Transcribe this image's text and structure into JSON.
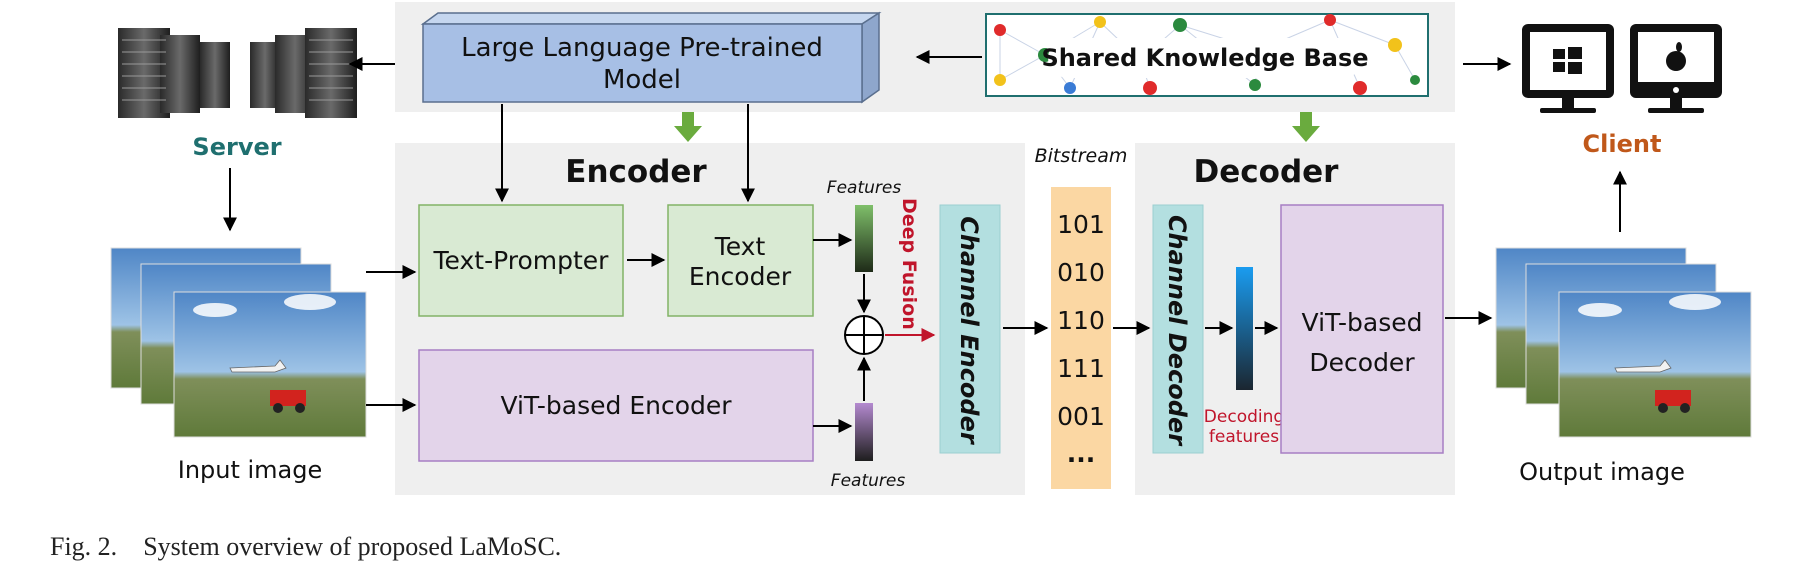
{
  "llm": {
    "title_line1": "Large Language Pre-trained",
    "title_line2": "Model"
  },
  "knowledge_base": {
    "title": "Shared Knowledge Base"
  },
  "server": {
    "label": "Server"
  },
  "client": {
    "label": "Client"
  },
  "input_image": {
    "label": "Input image"
  },
  "output_image": {
    "label": "Output image"
  },
  "encoder": {
    "title": "Encoder",
    "text_prompter": "Text-Prompter",
    "text_encoder_line1": "Text",
    "text_encoder_line2": "Encoder",
    "vit_encoder": "ViT-based Encoder",
    "features_top": "Features",
    "features_bottom": "Features",
    "deep_fusion": "Deep Fusion",
    "channel_encoder": "Channel Encoder"
  },
  "bitstream": {
    "title": "Bitstream",
    "bits": [
      "101",
      "010",
      "110",
      "111",
      "001",
      "..."
    ]
  },
  "decoder": {
    "title": "Decoder",
    "channel_decoder": "Channel Decoder",
    "decoding_line1": "Decoding",
    "decoding_line2": "features",
    "vit_decoder_line1": "ViT-based",
    "vit_decoder_line2": "Decoder"
  },
  "caption": {
    "fig": "Fig. 2.",
    "text": "System overview of proposed LaMoSC."
  },
  "colors": {
    "server_teal": "#1f6f6f",
    "client_orange": "#c0581a",
    "deep_fusion_red": "#c0152b",
    "green_arrow": "#6aab3e",
    "llm_blue": "#a7bfe5",
    "text_box_green": "#d9ead3",
    "vit_purple": "#e3d4ea",
    "channel_teal": "#b3dfe0",
    "bitstream_orange": "#fbd7a3"
  }
}
